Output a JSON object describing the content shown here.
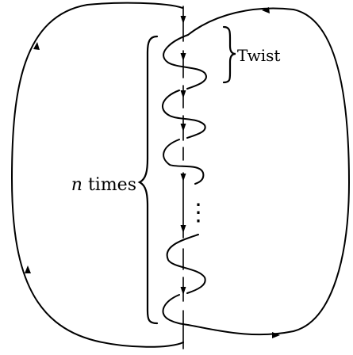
{
  "labels": {
    "twist": "Twist",
    "n_times_var": "n",
    "n_times_rest": " times",
    "ellipsis": "⋮"
  },
  "colors": {
    "stroke": "#000000",
    "background": "#ffffff"
  }
}
